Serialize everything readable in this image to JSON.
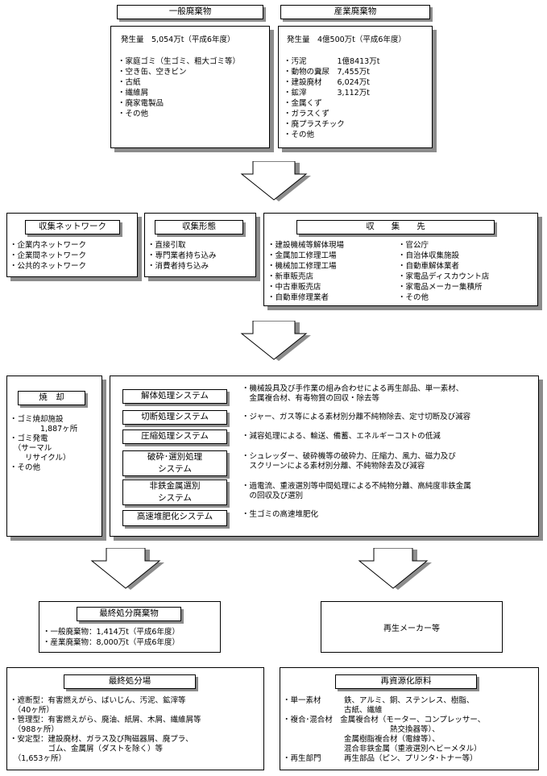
{
  "general_waste": {
    "title": "一般廃棄物",
    "amount": "発生量　5,054万t（平成6年度）",
    "items": [
      "・家庭ゴミ（生ゴミ、粗大ゴミ等）",
      "・空き缶、空きビン",
      "・古紙",
      "・繊維屑",
      "・廃家電製品",
      "・その他"
    ]
  },
  "industrial_waste": {
    "title": "産業廃棄物",
    "amount": "発生量　4億500万t（平成6年度）",
    "items": [
      "・汚泥　　　　1億8413万t",
      "・動物の糞尿　7,455万t",
      "・建設廃材　　6,024万t",
      "・鉱滓　　　　3,112万t",
      "・金属くず",
      "・ガラスくず",
      "・廃プラスチック",
      "・その他"
    ]
  },
  "collection_network": {
    "title": "収集ネットワーク",
    "items": [
      "・企業内ネットワーク",
      "・企業間ネットワーク",
      "・公共的ネットワーク"
    ]
  },
  "collection_form": {
    "title": "収集形態",
    "items": [
      "・直接引取",
      "・専門業者持ち込み",
      "・消費者持ち込み"
    ]
  },
  "collection_dest": {
    "title": "収　　集　　先",
    "left": [
      "・建設機械等解体現場",
      "・金属加工修理工場",
      "・機械加工修理工場",
      "・新車販売店",
      "・中古車販売店",
      "・自動車修理業者"
    ],
    "right": [
      "・官公庁",
      "・自治体収集施設",
      "・自動車解体業者",
      "・家電品ディスカウント店",
      "・家電品メーカー集積所",
      "・その他"
    ]
  },
  "incineration": {
    "title": "焼　却",
    "items": [
      "・ゴミ焼却施設",
      "　　　　1,887ヶ所",
      "・ゴミ発電",
      "　（サーマル",
      "　　リサイクル）",
      "・その他"
    ]
  },
  "systems": [
    {
      "name": "解体処理システム",
      "desc": "・機械設具及び手作業の組み合わせによる再生部品、単一素材、\n　金属複合材、有毒物質の回収・除去等"
    },
    {
      "name": "切断処理システム",
      "desc": "・ジャー、ガス等による素材別分離不純物除去、定寸切断及び減容"
    },
    {
      "name": "圧縮処理システム",
      "desc": "・減容処理による、輸送、備蓄、エネルギーコストの低減"
    },
    {
      "name": "破砕･選別処理\nシステム",
      "desc": "・シュレッダー、破砕機等の破砕力、圧縮力、風力、磁力及び\n　スクリーンによる素材別分離、不純物除去及び減容"
    },
    {
      "name": "非鉄金属選別\nシステム",
      "desc": "・過電流、重液選別等中間処理による不純物分離、高純度非鉄金属\n　の回収及び選別"
    },
    {
      "name": "高速堆肥化システム",
      "desc": "・生ゴミの高速堆肥化"
    }
  ],
  "final_waste": {
    "title": "最終処分廃棄物",
    "items": [
      "・一般廃棄物：1,414万t（平成6年度）",
      "・産業廃棄物：8,000万t（平成6年度）"
    ]
  },
  "recycle_maker": {
    "label": "再生メーカー等"
  },
  "final_site": {
    "title": "最終処分場",
    "items": [
      "・遮断型：有害燃えがら、ばいじん、汚泥、鉱滓等",
      "　（40ヶ所）",
      "・管理型：有害燃えがら、廃油、紙屑、木屑、繊維屑等",
      "　（988ヶ所）",
      "・安定型：建設廃材、ガラス及び陶磁器屑、廃プラ、",
      "　　　　　ゴム、金属屑（ダストを除く）等",
      "　（1,653ヶ所）"
    ]
  },
  "recycled_material": {
    "title": "再資源化原料",
    "items": [
      "・単一素材　　　鉄、アルミ、銅、ステンレス、樹脂、",
      "　　　　　　　　古紙、繊維",
      "・複合･混合材　金属複合材（モーター、コンプレッサー、",
      "　　　　　　　　　　　　　　熱交換器等）、",
      "　　　　　　　　金属樹脂複合材（電線等）、",
      "　　　　　　　　混合非鉄金属（重液選別へビーメタル）",
      "・再生部門　　　再生部品（ピン、プリンタ･トナー等）"
    ]
  }
}
